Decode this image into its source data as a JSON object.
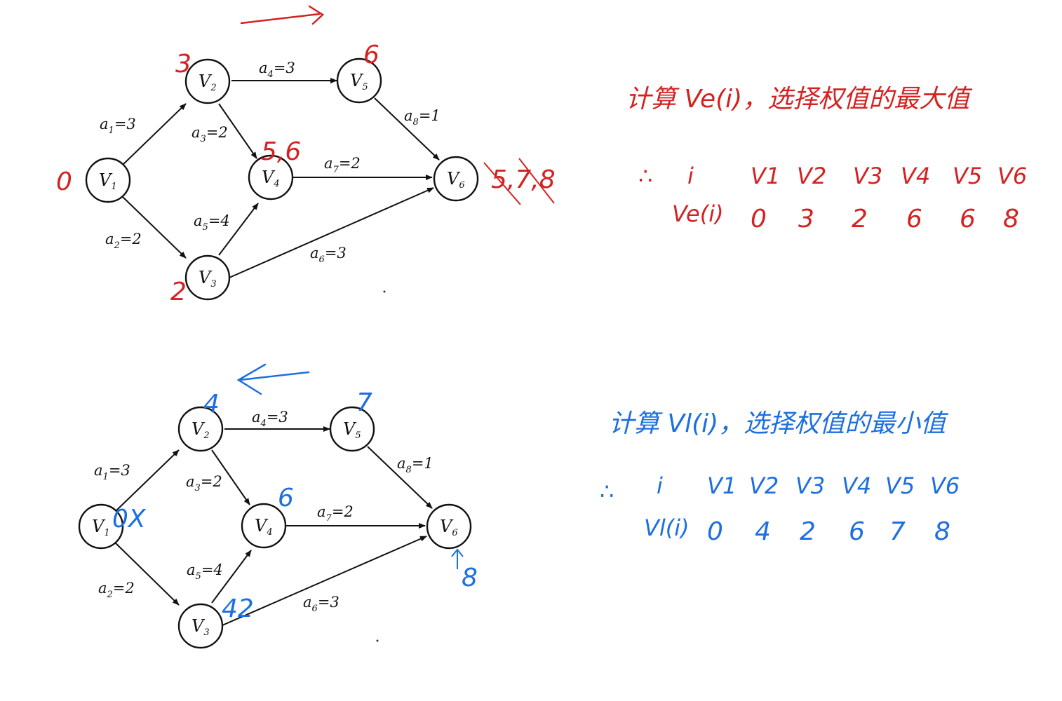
{
  "colors": {
    "ink": "#111111",
    "forward": "#d42121",
    "backward": "#1d6fe0"
  },
  "top_diagram": {
    "nodes": [
      {
        "id": "V1",
        "main": "V",
        "sub": "1"
      },
      {
        "id": "V2",
        "main": "V",
        "sub": "2"
      },
      {
        "id": "V3",
        "main": "V",
        "sub": "3"
      },
      {
        "id": "V4",
        "main": "V",
        "sub": "4"
      },
      {
        "id": "V5",
        "main": "V",
        "sub": "5"
      },
      {
        "id": "V6",
        "main": "V",
        "sub": "6"
      }
    ],
    "edges": [
      {
        "from": "V1",
        "to": "V2",
        "a": "a",
        "sub": "1",
        "w": "=3"
      },
      {
        "from": "V1",
        "to": "V3",
        "a": "a",
        "sub": "2",
        "w": "=2"
      },
      {
        "from": "V2",
        "to": "V4",
        "a": "a",
        "sub": "3",
        "w": "=2"
      },
      {
        "from": "V2",
        "to": "V5",
        "a": "a",
        "sub": "4",
        "w": "=3"
      },
      {
        "from": "V3",
        "to": "V4",
        "a": "a",
        "sub": "5",
        "w": "=4"
      },
      {
        "from": "V3",
        "to": "V6",
        "a": "a",
        "sub": "6",
        "w": "=3"
      },
      {
        "from": "V4",
        "to": "V6",
        "a": "a",
        "sub": "7",
        "w": "=2"
      },
      {
        "from": "V5",
        "to": "V6",
        "a": "a",
        "sub": "8",
        "w": "=1"
      }
    ],
    "annotations": {
      "V1": "0",
      "V2": "3",
      "V3": "2",
      "V4": "5,6",
      "V5": "6",
      "V6": "5,7,8"
    }
  },
  "bottom_diagram": {
    "annotations": {
      "V1": "0X",
      "V2": "4",
      "V3": "42",
      "V4": "6",
      "V5": "7",
      "V6": "8"
    }
  },
  "notes": {
    "ve_title": "计算 Ve(i)，选择权值的最大值",
    "vl_title": "计算 Vl(i)，选择权值的最小值",
    "therefore": "∴",
    "i_label": "i",
    "columns": [
      "V1",
      "V2",
      "V3",
      "V4",
      "V5",
      "V6"
    ],
    "ve_row_label": "Ve(i)",
    "ve_values": [
      "0",
      "3",
      "2",
      "6",
      "6",
      "8"
    ],
    "vl_row_label": "Vl(i)",
    "vl_values": [
      "0",
      "4",
      "2",
      "6",
      "7",
      "8"
    ]
  }
}
